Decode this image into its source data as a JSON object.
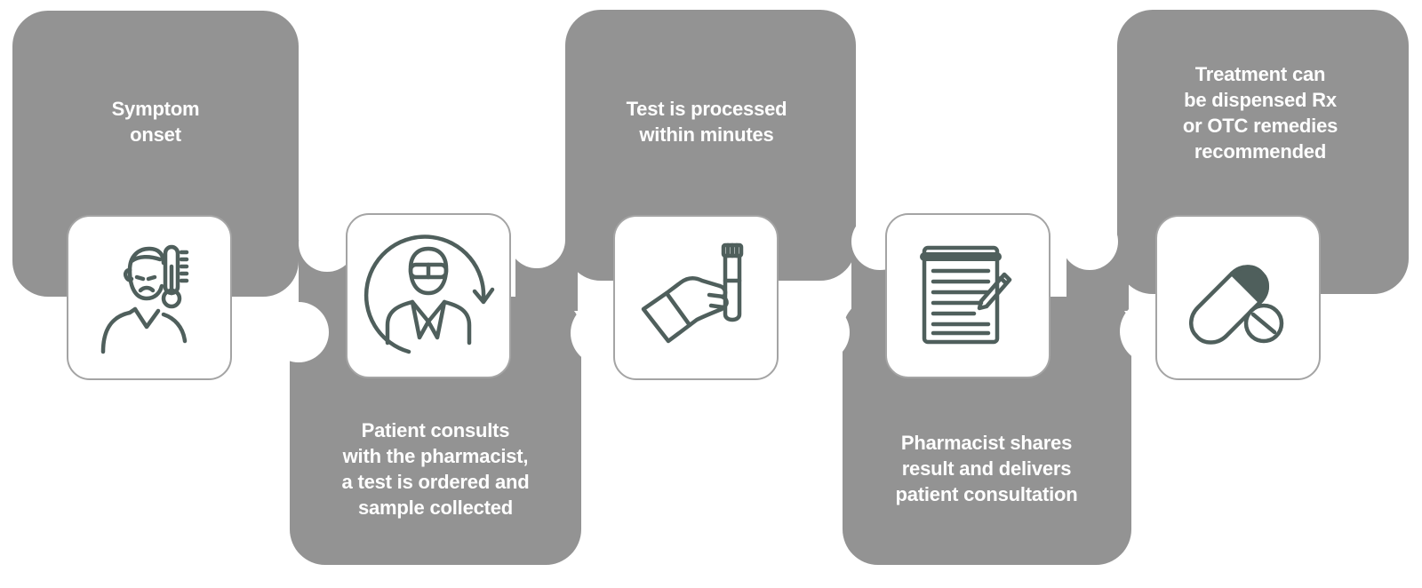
{
  "colors": {
    "panel": "#939393",
    "card_bg": "#ffffff",
    "card_border": "#a4a4a4",
    "icon_stroke": "#4f5f5c",
    "text": "#ffffff"
  },
  "steps": [
    {
      "label_lines": [
        "Symptom",
        "onset"
      ],
      "icon": "sick-person-thermometer-icon"
    },
    {
      "label_lines": [
        "Patient consults",
        "with the pharmacist,",
        "a test is ordered and",
        "sample collected"
      ],
      "icon": "pharmacist-consult-icon"
    },
    {
      "label_lines": [
        "Test is processed",
        "within minutes"
      ],
      "icon": "hand-test-tube-icon"
    },
    {
      "label_lines": [
        "Pharmacist shares",
        "result and delivers",
        "patient consultation"
      ],
      "icon": "notepad-pen-icon"
    },
    {
      "label_lines": [
        "Treatment can",
        "be dispensed Rx",
        "or OTC remedies",
        "recommended"
      ],
      "icon": "pill-capsule-tablet-icon"
    }
  ]
}
